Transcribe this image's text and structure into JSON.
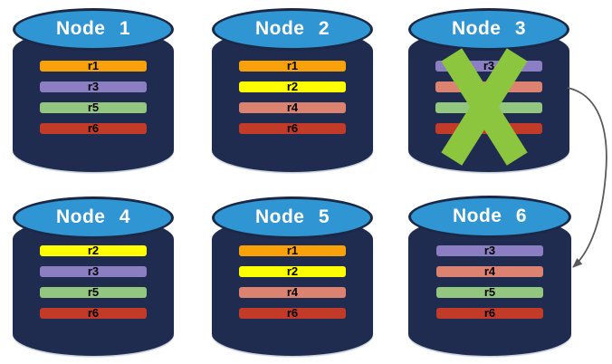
{
  "diagram": {
    "nodes": [
      {
        "title": "Node 1",
        "failed": false,
        "replicas": [
          {
            "label": "r1",
            "color": "#F9A109"
          },
          {
            "label": "r3",
            "color": "#8C7EC3"
          },
          {
            "label": "r5",
            "color": "#93C77F"
          },
          {
            "label": "r6",
            "color": "#C23A28"
          }
        ]
      },
      {
        "title": "Node 2",
        "failed": false,
        "replicas": [
          {
            "label": "r1",
            "color": "#F9A109"
          },
          {
            "label": "r2",
            "color": "#FEFE00"
          },
          {
            "label": "r4",
            "color": "#DC8271"
          },
          {
            "label": "r6",
            "color": "#C23A28"
          }
        ]
      },
      {
        "title": "Node 3",
        "failed": true,
        "replicas": [
          {
            "label": "r3",
            "color": "#8C7EC3"
          },
          {
            "label": "",
            "color": "#DC8271"
          },
          {
            "label": "",
            "color": "#93C77F"
          },
          {
            "label": "",
            "color": "#C23A28"
          }
        ]
      },
      {
        "title": "Node 4",
        "failed": false,
        "replicas": [
          {
            "label": "r2",
            "color": "#FEFE00"
          },
          {
            "label": "r3",
            "color": "#8C7EC3"
          },
          {
            "label": "r5",
            "color": "#93C77F"
          },
          {
            "label": "r6",
            "color": "#C23A28"
          }
        ]
      },
      {
        "title": "Node 5",
        "failed": false,
        "replicas": [
          {
            "label": "r1",
            "color": "#F9A109"
          },
          {
            "label": "r2",
            "color": "#FEFE00"
          },
          {
            "label": "r4",
            "color": "#DC8271"
          },
          {
            "label": "r6",
            "color": "#C23A28"
          }
        ]
      },
      {
        "title": "Node 6",
        "failed": false,
        "replicas": [
          {
            "label": "r3",
            "color": "#8C7EC3"
          },
          {
            "label": "r4",
            "color": "#DC8271"
          },
          {
            "label": "r5",
            "color": "#93C77F"
          },
          {
            "label": "r6",
            "color": "#C23A28"
          }
        ]
      }
    ],
    "arrow": {
      "from_node": "Node 3",
      "to_node": "Node 6"
    },
    "colors": {
      "cylinder_body": "#1F2C4F",
      "cylinder_top": "#2F96D3",
      "failure_x": "#8CC63E",
      "arrow": "#595959"
    }
  }
}
